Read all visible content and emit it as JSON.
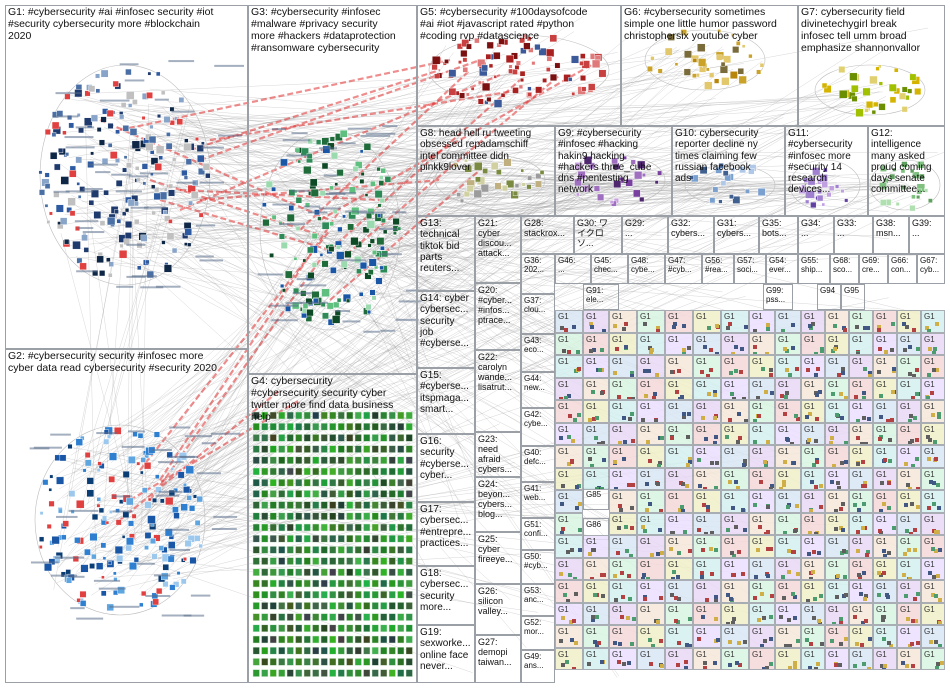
{
  "groups": {
    "g1": "G1: #cybersecurity #ai #infosec security #iot\n#security cybersecurity more #blockchain\n2020",
    "g2": "G2: #cybersecurity security #infosec more\ncyber data read cybersecurity #security 2020",
    "g3": "G3: #cybersecurity #infosec\n#malware #privacy security\nmore #hackers #dataprotection\n#ransomware cybersecurity",
    "g4": "G4: cybersecurity\n#cybersecurity security cyber\ntwitter more find data business\nhelp",
    "g5": "G5: #cybersecurity #100daysofcode\n#ai #iot #javascript rated #python\n#coding rvp #datascience",
    "g6": "G6: #cybersecurity sometimes\nsimple one little humor password\nchristophersix youtube cyber",
    "g7": "G7: cybersecurity field\ndivinetechygirl break\ninfosec tell umm broad\nemphasize shannonvallor",
    "g8": "G8: head hell ru tweeting\nobsessed repadamschiff\nintel committee didn\npinkk9lover",
    "g9": "G9: #cybersecurity\n#infosec #hacking\nhakin9 hacking\n#hackers three_cube\ndns #pentesting\nnetwork",
    "g10": "G10: cybersecurity\nreporter decline ny\ntimes claiming few\nrussian facebook\nads",
    "g11": "G11:\n#cybersecurity\n#infosec more\n#security 14\nresearch\ndevices...",
    "g12": "G12:\nintelligence\nmany asked\nproud coming\ndays senate\ncommittee...",
    "g13": "G13:\ntechnical\ntiktok bid\nparts\nreuters...",
    "g14": "G14: cyber\ncybersec...\nsecurity\njob\n#cyberse...",
    "g15": "G15:\n#cyberse...\nitspmaga...\nsmart...",
    "g16": "G16:\nsecurity\n#cyberse...\ncyber...",
    "g17": "G17:\ncybersec...\n#entrepre...\npractices...",
    "g18": "G18:\ncybersec...\nsecurity\nmore...",
    "g19": "G19:\nsexworke...\nonline face\nnever...",
    "g20": "G20:\n#cyber...\n#infos...\nptrace...",
    "g21": "G21:\ncyber\ndiscou...\nattack...",
    "g22": "G22:\ncarolyn\nwande...\nlisatrut...",
    "g23": "G23:\nneed\nafraid\ncybers...",
    "g24": "G24:\nbeyon...\ncybers...\nblog...",
    "g25": "G25:\ncyber\nfireeye...",
    "g26": "G26:\nsilicon\nvalley...",
    "g27": "G27:\ndemopi\ntaiwan...",
    "g28": "G28:\nstackrox...",
    "g29": "G29:\n...",
    "g30": "G30: ワ\nイクロソ...",
    "g31": "G31:\ncybers...",
    "g32": "G32:\ncybers...",
    "g33": "G33:\n...",
    "g34": "G34:\n...",
    "g35": "G35:\nbots...",
    "g36": "G36:\n202...",
    "g37": "G37:\nclou...",
    "g38": "G38:\nmsn...",
    "g39": "G39:\n...",
    "g40": "G40:\ndefc...",
    "g41": "G41:\nweb...",
    "g42": "G42:\ncybe...",
    "g43": "G43:\neco...",
    "g44": "G44:\nnew...",
    "g45": "G45:\nchec...",
    "g46": "G46:\n...",
    "g47": "G47:\n#cyb...",
    "g48": "G48:\ncybe...",
    "g49": "G49:\nans...",
    "g50": "G50:\n#cyb...",
    "g51": "G51:\nconfi...",
    "g52": "G52:\nmor...",
    "g53": "G53:\nanc...",
    "g54": "G54:\never...",
    "g55": "G55:\nship...",
    "g56": "G56:\n#rea...",
    "g57": "G57:\nsoci...",
    "g66": "G66:\ncon...",
    "g67": "G67:\ncyb...",
    "g68": "G68:\nsco...",
    "g69": "G69:\ncre...",
    "g85": "G85",
    "g86": "G86",
    "g91": "G91: ele...",
    "g94": "G94",
    "g95": "G95",
    "g99": "G99: pss..."
  },
  "small_cell_prefix": "G1"
}
